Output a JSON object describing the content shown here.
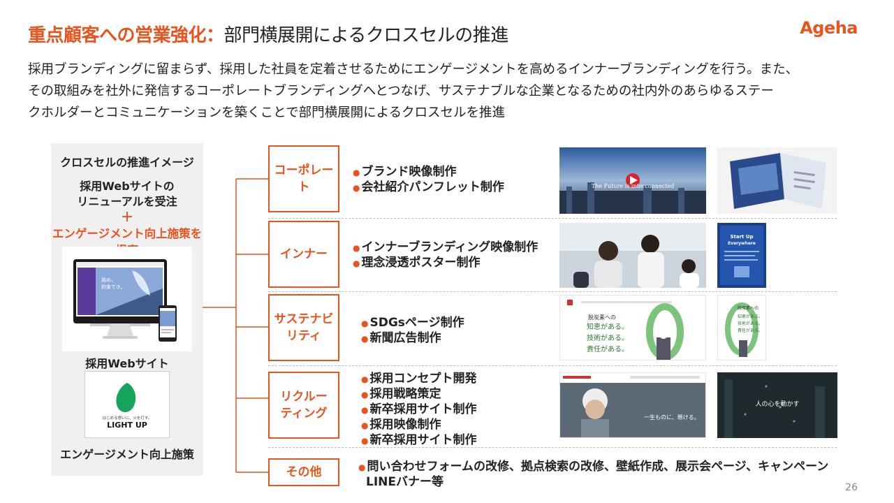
{
  "title": {
    "highlight": "重点顧客への営業強化：",
    "rest": "部門横展開によるクロスセルの推進"
  },
  "brand": "Ageha",
  "intro": [
    "採用ブランディングに留まらず、採用した社員を定着させるためにエンゲージメントを高めるインナーブランディングを行う。また、",
    "その取組みを社外に発信するコーポレートブランディングへとつなげ、サステナブルな企業となるための社内外のあらゆるステー",
    "クホルダーとコミュニケーションを築くことで部門横展開によるクロスセルを推進"
  ],
  "left_panel": {
    "heading": "クロスセルの推進イメージ",
    "line1": "採用Webサイトの",
    "line2": "リニューアルを受注",
    "plus": "＋",
    "proposal": "エンゲージメント向上施策を提案",
    "web_caption": "採用Webサイト",
    "engagement_caption": "エンゲージメント向上施策",
    "lightup_tagline": "はじめる想いに、火を灯す。",
    "lightup_logo": "LIGHT UP",
    "monitor_text": "挑め、\n約束でき。"
  },
  "categories": [
    {
      "label": "コーポレート",
      "items": [
        "ブランド映像制作",
        "会社紹介パンフレット制作"
      ],
      "thumb_text": "The Future is interconnected"
    },
    {
      "label": "インナー",
      "items": [
        "インナーブランディング映像制作",
        "理念浸透ポスター制作"
      ],
      "poster_text": "Start Up Everywhere"
    },
    {
      "label": "サステナビリティ",
      "items": [
        "SDGsページ制作",
        "新聞広告制作"
      ],
      "ad_text": "脱炭素への\n知恵がある。\n技術がある。\n責任がある。"
    },
    {
      "label": "リクルーティング",
      "items": [
        "採用コンセプト開発",
        "採用戦略策定",
        "新卒採用サイト制作",
        "採用映像制作",
        "新卒採用サイト制作"
      ],
      "thumb1_text": "一生ものに、懸ける。",
      "thumb2_text": "人の心を動かす"
    },
    {
      "label": "その他",
      "items": [
        "問い合わせフォームの改修、拠点検索の改修、壁紙作成、展示会ページ、キャンペーン",
        "LINEバナー等"
      ]
    }
  ],
  "page_number": "26",
  "colors": {
    "accent": "#e8541e",
    "panel_bg": "#f0f0f0"
  }
}
